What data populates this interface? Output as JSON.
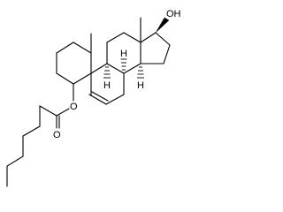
{
  "molecule": {
    "labels": {
      "hydroxyl_oxygen": "OH",
      "ester_oxygen": "O",
      "carbonyl_oxygen": "O",
      "stereo_h_8": "H",
      "stereo_h_9": "H",
      "stereo_h_14": "H"
    }
  }
}
